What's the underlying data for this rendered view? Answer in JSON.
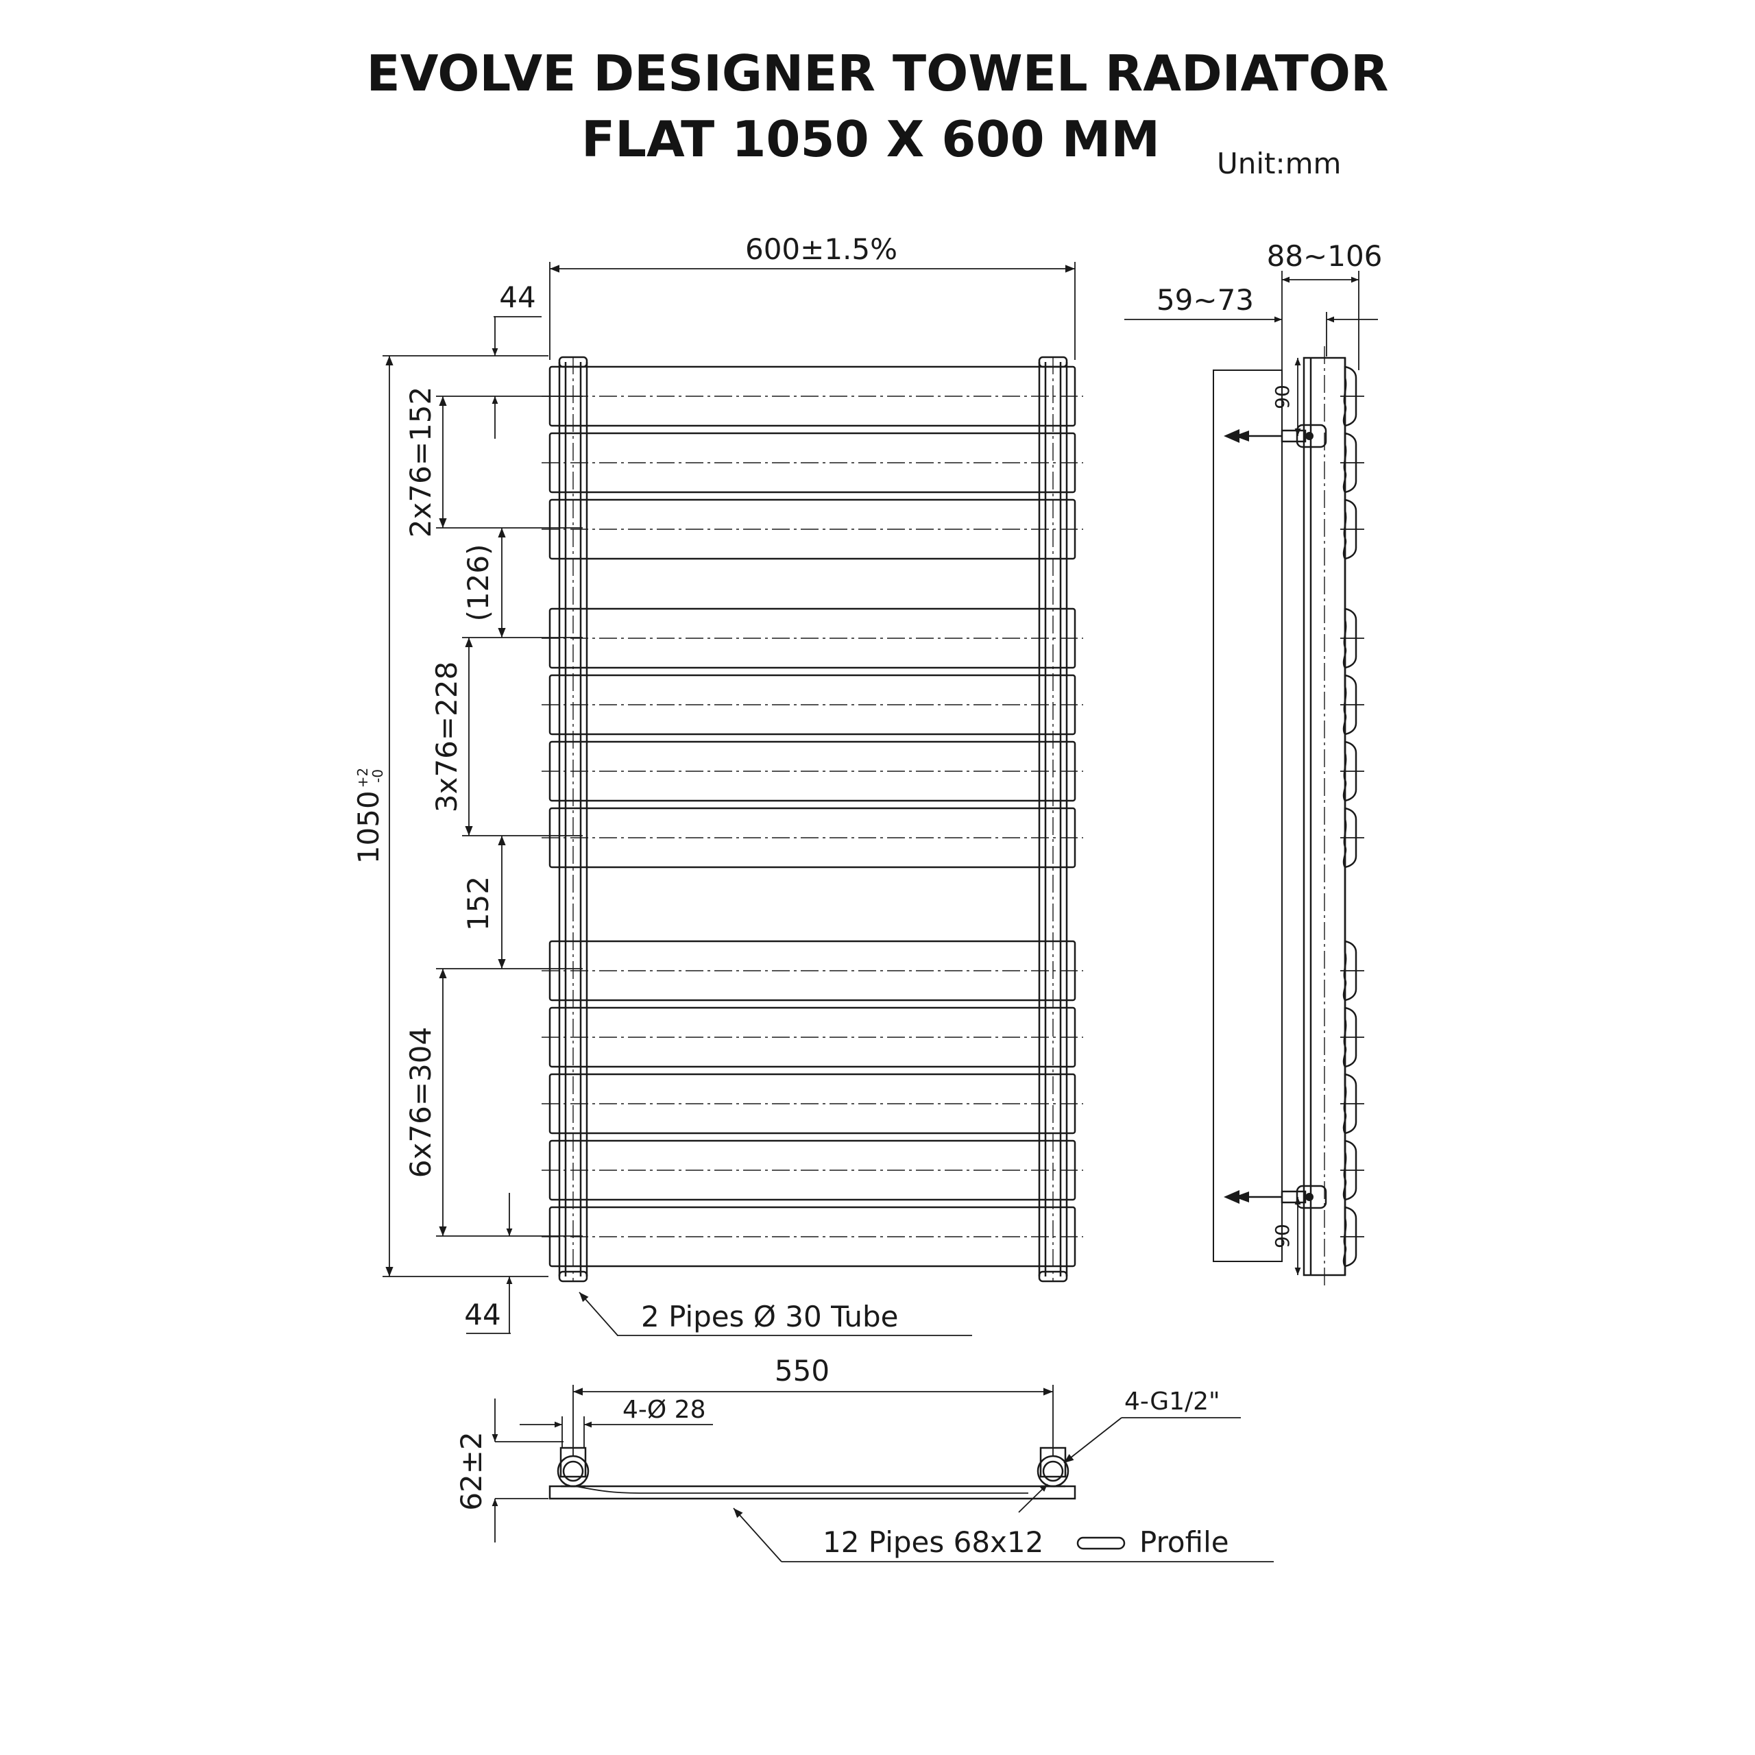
{
  "title": {
    "line1": "EVOLVE DESIGNER TOWEL RADIATOR",
    "line2": "FLAT  1050 X 600 MM"
  },
  "unit_label": "Unit:mm",
  "front_view": {
    "width_label": "600±1.5%",
    "height_label_main": "1050",
    "height_tol_upper": "+2",
    "height_tol_lower": "-0",
    "top_offset_label": "44",
    "bottom_offset_label": "44",
    "group1_label": "2x76=152",
    "gap1_label": "(126)",
    "group2_label": "3x76=228",
    "gap2_label": "152",
    "group3_label": "6x76=304",
    "pipes_callout": "2 Pipes Ø 30 Tube"
  },
  "side_view": {
    "overall_depth_label": "88~106",
    "wall_offset_label": "59~73",
    "bracket_top_label": "90",
    "bracket_bottom_label": "90"
  },
  "bottom_view": {
    "centres_label": "550",
    "inlet_label": "4-Ø 28",
    "thread_label": "4-G1/2\"",
    "height_label": "62±2",
    "profile_callout": "12 Pipes 68x12",
    "profile_word": "Profile"
  }
}
